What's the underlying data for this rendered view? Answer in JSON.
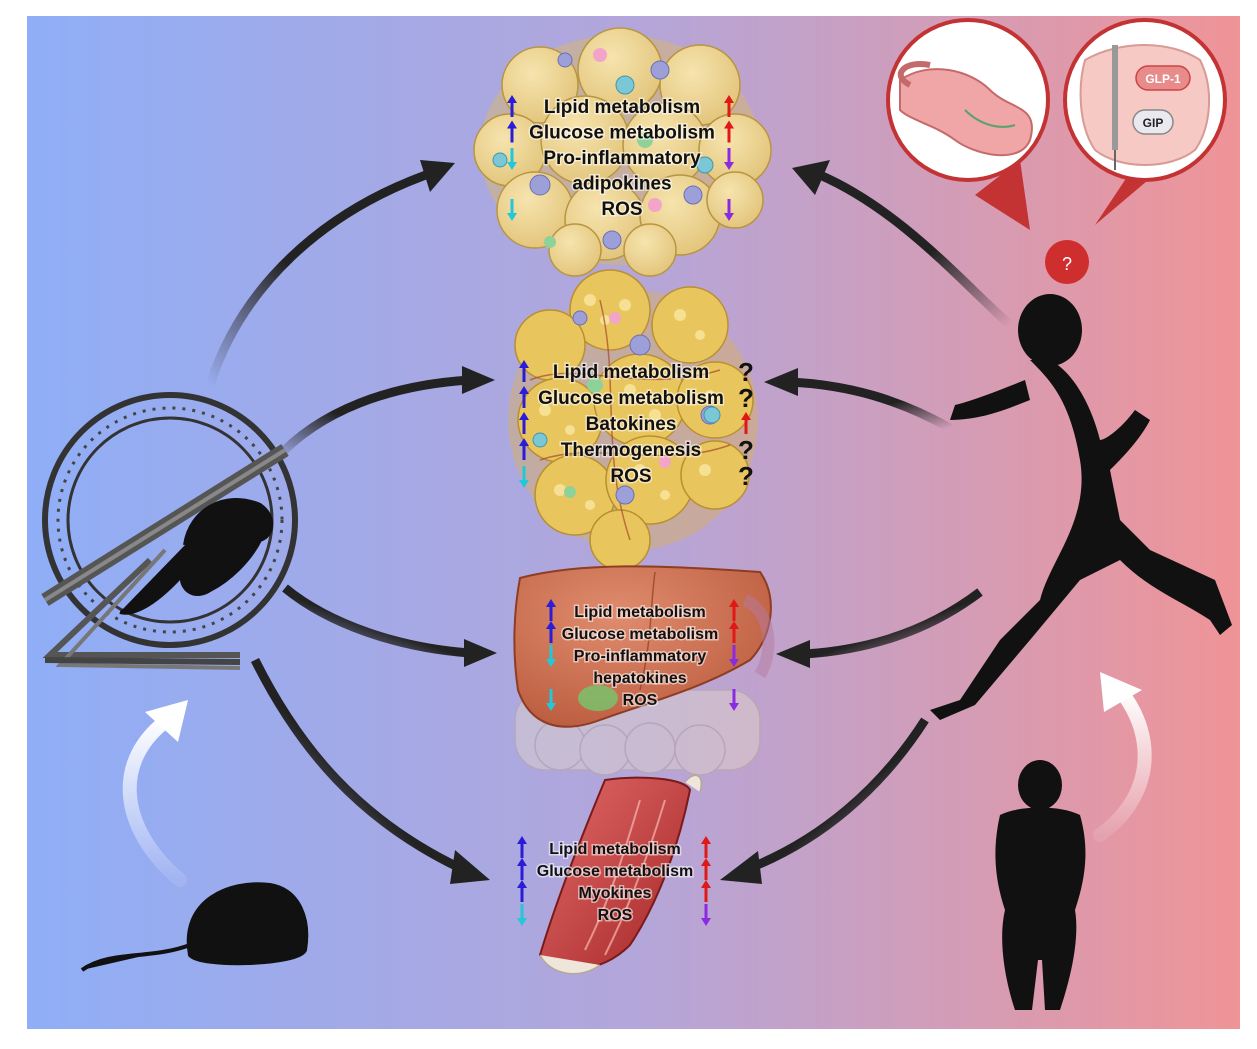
{
  "colors": {
    "background_left": "#8faef7",
    "background_mid": "#b3a6da",
    "background_right": "#ef9497",
    "arrow_up_blue": "#2a1cd8",
    "arrow_up_red": "#e01818",
    "arrow_down_cyan": "#22c8d8",
    "arrow_down_purple": "#8a2be2",
    "question_badge": "#cf2e2e"
  },
  "question_badge": "?",
  "panels": {
    "white_adipose": {
      "tissue_icon": "white-adipose-tissue",
      "labels": [
        "Lipid metabolism",
        "Glucose metabolism",
        "Pro-inflammatory",
        "adipokines",
        "ROS"
      ],
      "mouse_effects": [
        "up",
        "up",
        "down",
        "",
        "down"
      ],
      "human_effects": [
        "up",
        "up",
        "down",
        "",
        "down"
      ],
      "human_marks": [
        "",
        "",
        "",
        "",
        ""
      ]
    },
    "brown_adipose": {
      "tissue_icon": "brown-adipose-tissue",
      "labels": [
        "Lipid metabolism",
        "Glucose metabolism",
        "Batokines",
        "Thermogenesis",
        "ROS"
      ],
      "mouse_effects": [
        "up",
        "up",
        "up",
        "up",
        "down"
      ],
      "human_effects": [
        "",
        "",
        "up",
        "",
        ""
      ],
      "human_marks": [
        "?",
        "?",
        "",
        "?",
        "?"
      ]
    },
    "liver": {
      "tissue_icon": "liver",
      "labels": [
        "Lipid metabolism",
        "Glucose metabolism",
        "Pro-inflammatory",
        "hepatokines",
        "ROS"
      ],
      "mouse_effects": [
        "up",
        "up",
        "down",
        "",
        "down"
      ],
      "human_effects": [
        "up",
        "up",
        "down",
        "",
        "down"
      ],
      "human_marks": [
        "",
        "",
        "",
        "",
        ""
      ]
    },
    "muscle": {
      "tissue_icon": "skeletal-muscle",
      "labels": [
        "Lipid metabolism",
        "Glucose metabolism",
        "Myokines",
        "ROS"
      ],
      "mouse_effects": [
        "up",
        "up",
        "up",
        "down"
      ],
      "human_effects": [
        "up",
        "up",
        "up",
        "down"
      ],
      "human_marks": [
        "",
        "",
        "",
        ""
      ]
    }
  },
  "incretin_inset": {
    "icon": "intestine-incretin-icon",
    "hormones": [
      "GLP-1",
      "GIP"
    ]
  },
  "stomach_inset": {
    "icon": "stomach-icon"
  },
  "figures": {
    "left_bottom": "obese-mouse-icon",
    "left_center": "mouse-running-wheel-icon",
    "right_bottom": "obese-person-icon",
    "right_center": "running-person-icon"
  }
}
